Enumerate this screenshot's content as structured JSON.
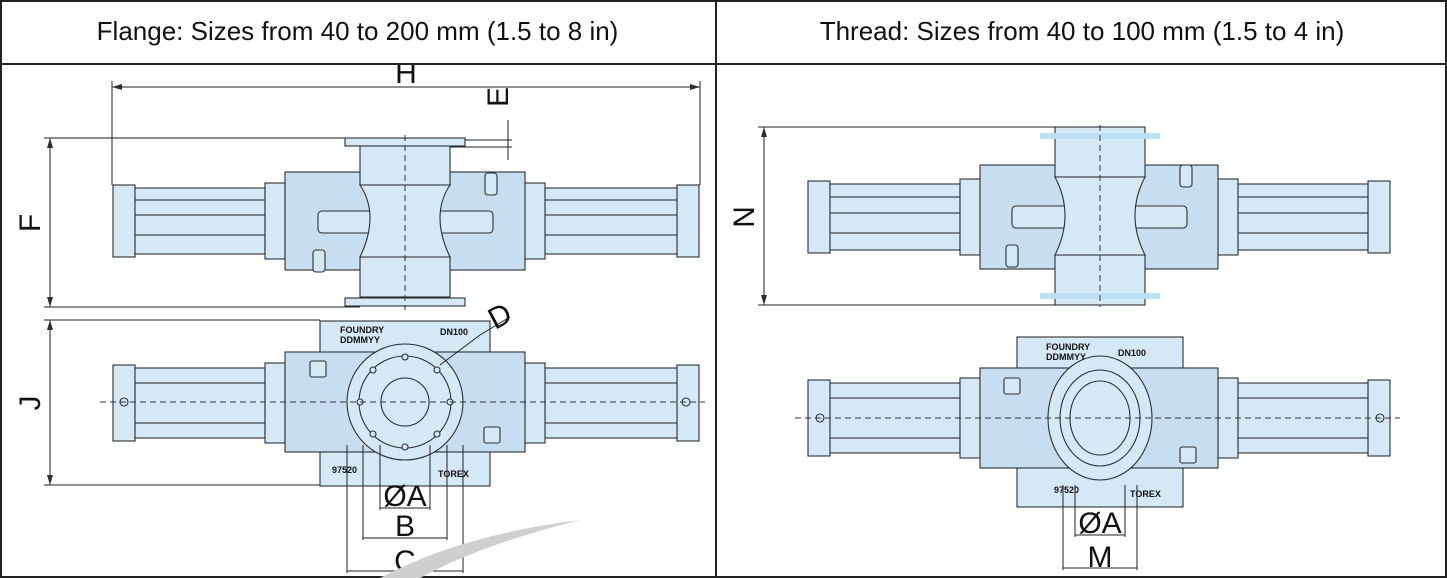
{
  "headers": {
    "flange": "Flange: Sizes from 40 to 200 mm (1.5 to 8 in)",
    "thread": "Thread: Sizes from 40 to 100 mm (1.5 to 4 in)"
  },
  "dimensions": {
    "H": "H",
    "E": "E",
    "F": "F",
    "J": "J",
    "D": "D",
    "A": "ØA",
    "B": "B",
    "C": "C",
    "N": "N",
    "A2": "ØA",
    "M": "M"
  },
  "markings": {
    "foundry": "FOUNDRY",
    "date_code": "DDMMYY",
    "size_left": "DN100",
    "size_right": "DN100",
    "part_no_left": "97520",
    "part_no_right": "97520",
    "brand_left": "TOREX",
    "brand_right": "TOREX"
  },
  "colors": {
    "part_fill": "#d5e8f6",
    "outline": "#2b2f33"
  }
}
